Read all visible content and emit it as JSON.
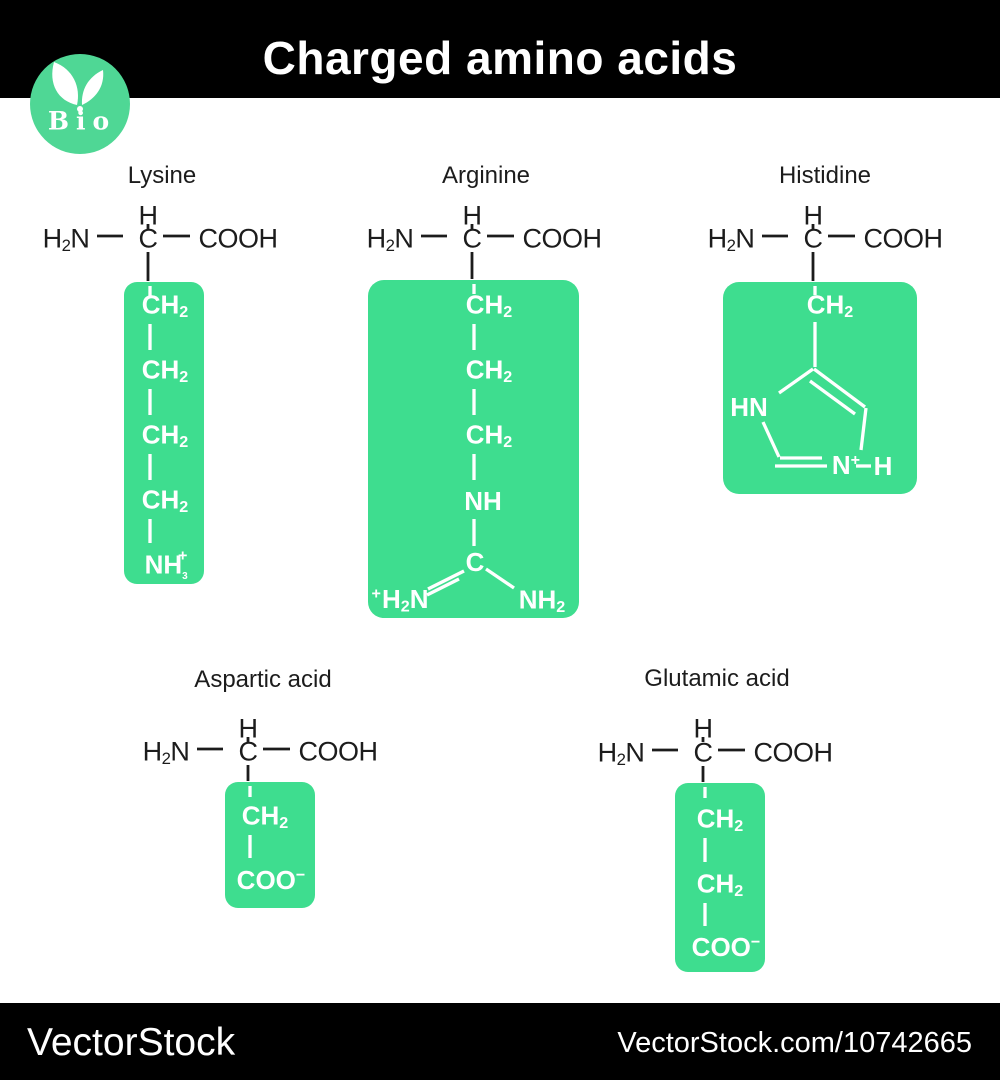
{
  "header": {
    "title": "Charged amino acids",
    "logo_text": "Bio"
  },
  "colors": {
    "highlight": "#3edd8f",
    "logo": "#4fd795",
    "bar": "#000000",
    "ink": "#1c1c1c",
    "chain_ink": "#ffffff"
  },
  "backbone": {
    "amine": "H2N",
    "hydrogen": "H",
    "carbon": "C",
    "carboxyl": "COOH"
  },
  "molecules": [
    {
      "name": "Lysine",
      "side_chain": [
        "CH2",
        "CH2",
        "CH2",
        "CH2",
        "NH3+"
      ]
    },
    {
      "name": "Arginine",
      "side_chain": [
        "CH2",
        "CH2",
        "CH2",
        "NH"
      ],
      "guanidinium": {
        "c": "C",
        "left": "+H2N",
        "right": "NH2"
      }
    },
    {
      "name": "Histidine",
      "side_chain": [
        "CH2"
      ],
      "ring": {
        "left_n": "HN",
        "bottom_n": "N+",
        "ring_h": "H"
      }
    },
    {
      "name": "Aspartic acid",
      "side_chain": [
        "CH2",
        "COO−"
      ]
    },
    {
      "name": "Glutamic acid",
      "side_chain": [
        "CH2",
        "CH2",
        "COO−"
      ]
    }
  ],
  "footer": {
    "brand": "VectorStock",
    "url": "VectorStock.com/10742665"
  }
}
